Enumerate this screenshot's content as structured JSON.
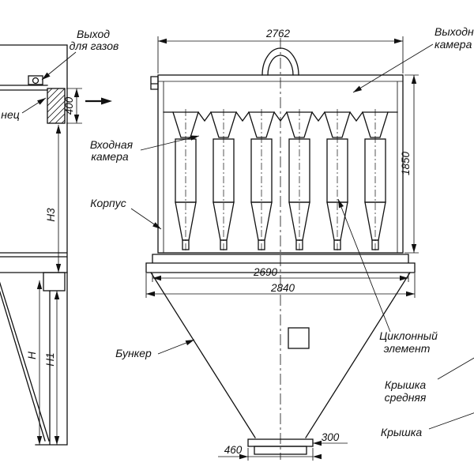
{
  "labels": {
    "gas_outlet_line1": "Выход",
    "gas_outlet_line2": "для газов",
    "flange_cut": "нец",
    "inlet_line1": "Входная",
    "inlet_line2": "камера",
    "body": "Корпус",
    "hopper": "Бункер",
    "outlet_line1": "Выходная",
    "outlet_line2": "камера",
    "cyclone_line1": "Циклонный",
    "cyclone_line2": "элемент",
    "cover_middle_line1": "Крышка",
    "cover_middle_line2": "средняя",
    "cover": "Крышка"
  },
  "dimensions": {
    "width_top": "2762",
    "flange_height": "400",
    "height_right": "1850",
    "width_inner": "2690",
    "width_outer": "2840",
    "outlet_width": "460",
    "outlet_opening": "300",
    "h3": "Н3",
    "h": "Н",
    "h1": "Н1"
  },
  "colors": {
    "line": "#111111",
    "background": "#ffffff"
  }
}
